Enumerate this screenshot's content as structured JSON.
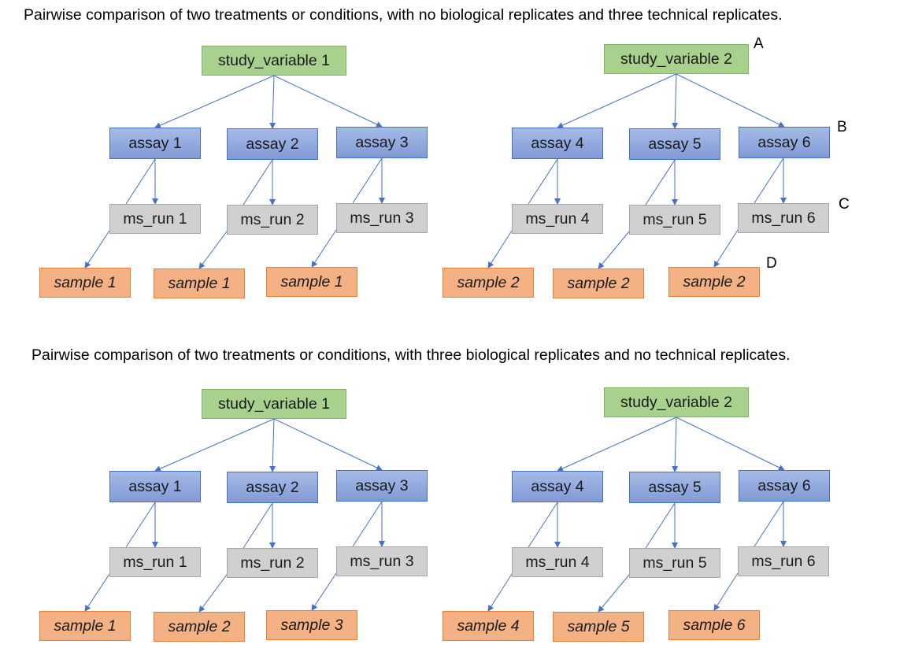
{
  "headings": {
    "top": "Pairwise comparison of two treatments or conditions, with no biological replicates and three technical replicates.",
    "bottom": "Pairwise comparison of two treatments or conditions, with three biological replicates and no technical replicates."
  },
  "letters": [
    "A",
    "B",
    "C",
    "D"
  ],
  "colors": {
    "study_fill": "#a9d18e",
    "assay_fill": "#8faadc",
    "ms_run_fill": "#d0d0d0",
    "sample_fill": "#f4b183",
    "connector": "#4472c4"
  },
  "diagrams": [
    {
      "trees": [
        {
          "study_variable": "study_variable 1",
          "branches": [
            {
              "assay": "assay 1",
              "ms_run": "ms_run 1",
              "sample": "sample 1"
            },
            {
              "assay": "assay 2",
              "ms_run": "ms_run 2",
              "sample": "sample 1"
            },
            {
              "assay": "assay 3",
              "ms_run": "ms_run 3",
              "sample": "sample 1"
            }
          ]
        },
        {
          "study_variable": "study_variable 2",
          "branches": [
            {
              "assay": "assay 4",
              "ms_run": "ms_run 4",
              "sample": "sample 2"
            },
            {
              "assay": "assay 5",
              "ms_run": "ms_run 5",
              "sample": "sample 2"
            },
            {
              "assay": "assay 6",
              "ms_run": "ms_run 6",
              "sample": "sample 2"
            }
          ]
        }
      ]
    },
    {
      "trees": [
        {
          "study_variable": "study_variable 1",
          "branches": [
            {
              "assay": "assay 1",
              "ms_run": "ms_run 1",
              "sample": "sample 1"
            },
            {
              "assay": "assay 2",
              "ms_run": "ms_run 2",
              "sample": "sample 2"
            },
            {
              "assay": "assay 3",
              "ms_run": "ms_run 3",
              "sample": "sample 3"
            }
          ]
        },
        {
          "study_variable": "study_variable 2",
          "branches": [
            {
              "assay": "assay 4",
              "ms_run": "ms_run 4",
              "sample": "sample 4"
            },
            {
              "assay": "assay 5",
              "ms_run": "ms_run 5",
              "sample": "sample 5"
            },
            {
              "assay": "assay 6",
              "ms_run": "ms_run 6",
              "sample": "sample 6"
            }
          ]
        }
      ]
    }
  ]
}
